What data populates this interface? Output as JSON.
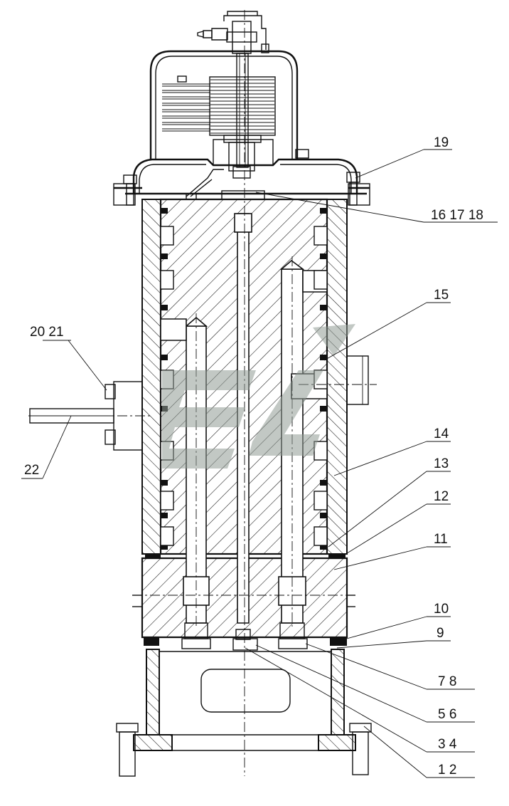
{
  "callouts": [
    {
      "id": "c19",
      "text": "19"
    },
    {
      "id": "c16",
      "text": "16 17 18"
    },
    {
      "id": "c15",
      "text": "15"
    },
    {
      "id": "c20",
      "text": "20 21"
    },
    {
      "id": "c22",
      "text": "22"
    },
    {
      "id": "c14",
      "text": "14"
    },
    {
      "id": "c13",
      "text": "13"
    },
    {
      "id": "c12",
      "text": "12"
    },
    {
      "id": "c11",
      "text": "11"
    },
    {
      "id": "c10",
      "text": "10"
    },
    {
      "id": "c9",
      "text": "9"
    },
    {
      "id": "c7",
      "text": "7 8"
    },
    {
      "id": "c5",
      "text": "5 6"
    },
    {
      "id": "c3",
      "text": "3 4"
    },
    {
      "id": "c1",
      "text": "1 2"
    }
  ],
  "colors": {
    "ink": "#111111",
    "watermark": "#8f9a94"
  }
}
